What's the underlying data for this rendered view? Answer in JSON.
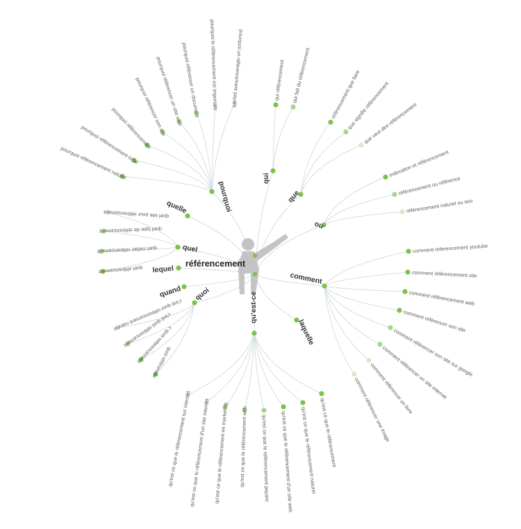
{
  "center_label": "référencement",
  "colors": {
    "line": "#d5dde3",
    "dot_strong": "#7cc24a",
    "dot_mid": "#a6d687",
    "dot_light": "#d6ebc7",
    "leaf_text": "#5c5c5c",
    "question_text": "#333333"
  },
  "figure_icon": "thinking-person-icon",
  "questions": [
    {
      "label": "pourquoi",
      "leaves": [
        {
          "text": "pourquoi référencement naturel",
          "shade": 0
        },
        {
          "text": "pourquoi référencement local",
          "shade": 0
        },
        {
          "text": "pourquoi référencement",
          "shade": 0
        },
        {
          "text": "pourquoi référencer son site",
          "shade": 1
        },
        {
          "text": "pourquoi référencer un site web",
          "shade": 1
        },
        {
          "text": "pourquoi référencer un document",
          "shade": 1
        },
        {
          "text": "pourquoi le référencement est important",
          "shade": 2
        },
        {
          "text": "pourquoi un référencement payant",
          "shade": 2
        }
      ]
    },
    {
      "label": "qui",
      "leaves": [
        {
          "text": "qui référencement",
          "shade": 0
        },
        {
          "text": "qui fait du référencement",
          "shade": 1
        }
      ]
    },
    {
      "label": "que",
      "leaves": [
        {
          "text": "référencement que faire",
          "shade": 0
        },
        {
          "text": "que signifie référencement",
          "shade": 1
        },
        {
          "text": "que veut dire référencement",
          "shade": 2
        }
      ]
    },
    {
      "label": "ou",
      "leaves": [
        {
          "text": "indexation et référencement",
          "shade": 0
        },
        {
          "text": "référencement ou référence",
          "shade": 1
        },
        {
          "text": "référencement naturel ou seo",
          "shade": 2
        }
      ]
    },
    {
      "label": "comment",
      "leaves": [
        {
          "text": "comment referencement youtube",
          "shade": 0
        },
        {
          "text": "comment référencement site",
          "shade": 0
        },
        {
          "text": "comment référencement web",
          "shade": 0
        },
        {
          "text": "comment référencer son site",
          "shade": 0
        },
        {
          "text": "comment référencer son site sur google",
          "shade": 1
        },
        {
          "text": "comment référencer un site internet",
          "shade": 1
        },
        {
          "text": "comment référencer un livre",
          "shade": 2
        },
        {
          "text": "comment référencer une image",
          "shade": 2
        }
      ]
    },
    {
      "label": "laquelle",
      "leaves": []
    },
    {
      "label": "qu'est-ce",
      "leaves": [
        {
          "text": "qu'est ce que le référencement",
          "shade": 0
        },
        {
          "text": "qu'est ce que le référencement naturel",
          "shade": 0
        },
        {
          "text": "qu'est ce que le référencement d'un site web",
          "shade": 0
        },
        {
          "text": "qu'est ce que le référencement payant",
          "shade": 1
        },
        {
          "text": "qu'est ce que le référencement web",
          "shade": 1
        },
        {
          "text": "qu'est ce que le référencement en marketing",
          "shade": 1
        },
        {
          "text": "qu'est ce que le référencement d'un site internet",
          "shade": 2
        },
        {
          "text": "qu'est ce que le référencement sur internet",
          "shade": 2
        }
      ]
    },
    {
      "label": "quoi",
      "leaves": [
        {
          "text": "quoi référencer",
          "shade": 0
        },
        {
          "text": "c quoi referencement",
          "shade": 0
        },
        {
          "text": "c'est quoi référencement",
          "shade": 1
        },
        {
          "text": "c'est quoi référencement naturel",
          "shade": 2
        }
      ]
    },
    {
      "label": "quand",
      "leaves": []
    },
    {
      "label": "lequel",
      "leaves": []
    },
    {
      "label": "quel",
      "leaves": [
        {
          "text": "quel référencement",
          "shade": 0
        },
        {
          "text": "quel métier référencement",
          "shade": 1
        },
        {
          "text": "quel type de référencement",
          "shade": 1
        },
        {
          "text": "quel site pour référencement",
          "shade": 2
        }
      ]
    },
    {
      "label": "quelle",
      "leaves": []
    }
  ]
}
